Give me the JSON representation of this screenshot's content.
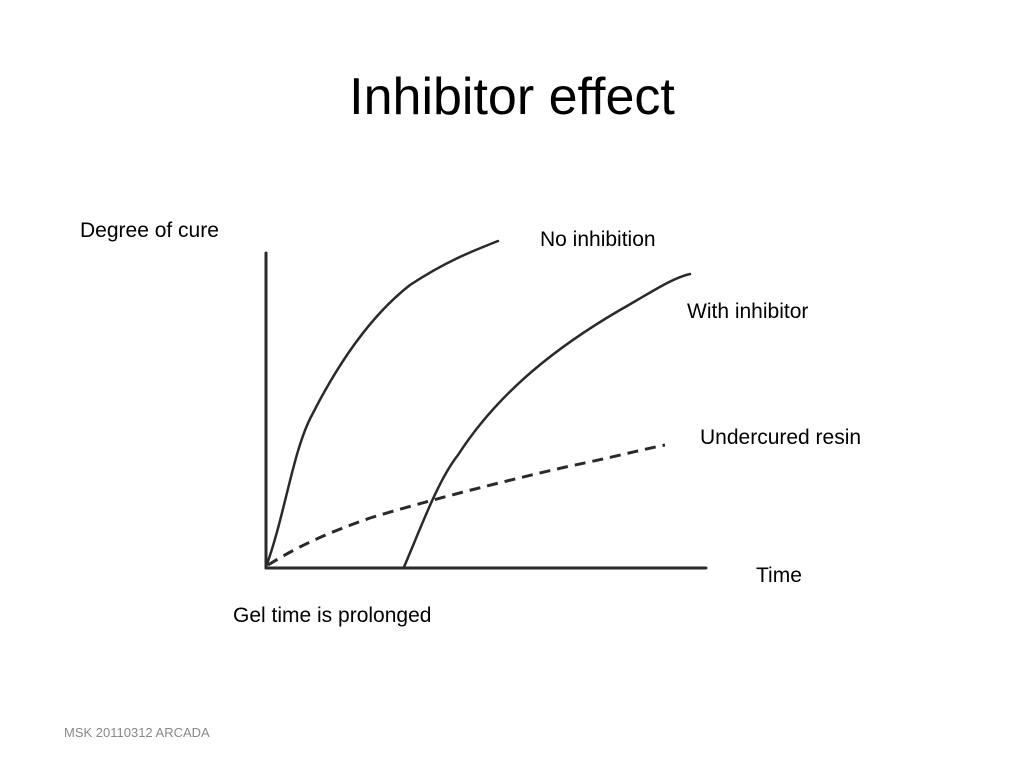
{
  "slide": {
    "title": "Inhibitor effect",
    "footer": "MSK 20110312 ARCADA"
  },
  "diagram": {
    "ylabel": "Degree of cure",
    "xlabel": "Time",
    "curves": [
      {
        "id": "no-inhibition",
        "label": "No inhibition",
        "style": "solid"
      },
      {
        "id": "with-inhibitor",
        "label": "With inhibitor",
        "style": "solid"
      },
      {
        "id": "undercured-resin",
        "label": "Undercured resin",
        "style": "dashed"
      }
    ],
    "annotation": "Gel time is prolonged",
    "colors": {
      "line": "#2a2a2a",
      "text": "#000000",
      "footer": "#888888"
    }
  }
}
